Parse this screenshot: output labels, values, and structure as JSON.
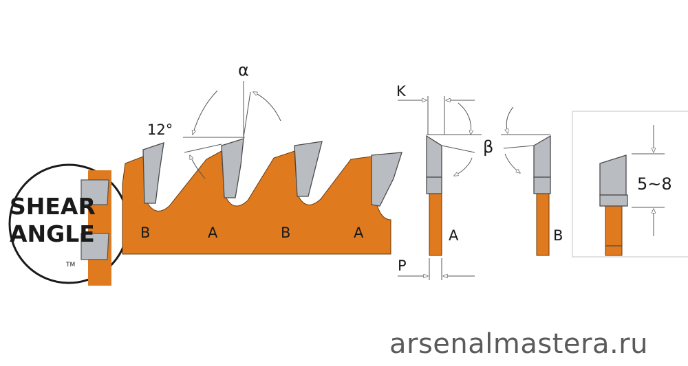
{
  "logo": {
    "line1": "SHEAR",
    "line2": "ANGLE",
    "tm": "TM"
  },
  "angles": {
    "alpha": "α",
    "beta": "β",
    "clearance": "12°"
  },
  "blade_teeth": [
    "B",
    "A",
    "B",
    "A"
  ],
  "dimensions": {
    "kerf": "K",
    "plate": "P",
    "range": "5~8"
  },
  "side_views": {
    "left": "A",
    "right": "B"
  },
  "watermark": "arsenalmastera.ru",
  "colors": {
    "blade": "#e07a1f",
    "carbide": "#b9bcc0",
    "outline": "#4a4a4a"
  }
}
